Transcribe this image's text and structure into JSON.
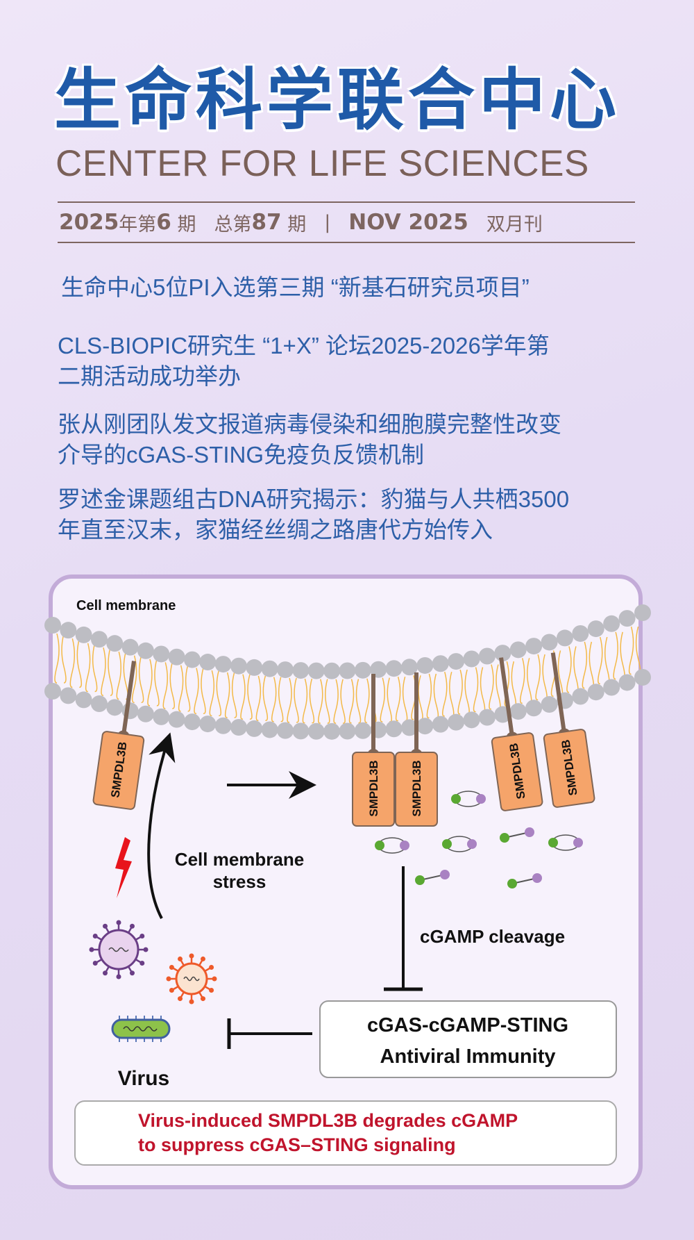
{
  "header": {
    "title_cn": "生命科学联合中心",
    "title_en": "CENTER FOR LIFE SCIENCES"
  },
  "issue": {
    "year": "2025",
    "year_suffix": "年第",
    "issue_no": "6",
    "issue_suffix": "期",
    "total_prefix": "总第",
    "total_no": "87",
    "total_suffix": "期",
    "separator": "|",
    "month_year": "NOV 2025",
    "frequency": "双月刊"
  },
  "headlines": [
    {
      "line1": "生命中心5位PI入选第三期 “新基石研究员项目”"
    },
    {
      "line1": "CLS-BIOPIC研究生 “1+X” 论坛2025-2026学年第",
      "line2": "二期活动成功举办"
    },
    {
      "line1": "张从刚团队发文报道病毒侵染和细胞膜完整性改变",
      "line2": "介导的cGAS-STING免疫负反馈机制"
    },
    {
      "line1": "罗述金课题组古DNA研究揭示：豹猫与人共栖3500",
      "line2": "年直至汉末，家猫经丝绸之路唐代方始传入"
    }
  ],
  "figure": {
    "membrane_label": "Cell membrane",
    "protein_label": "SMPDL3B",
    "stress_line1": "Cell membrane",
    "stress_line2": "stress",
    "cleavage_label": "cGAMP cleavage",
    "box_line1": "cGAS-cGAMP-STING",
    "box_line2": "Antiviral Immunity",
    "virus_label": "Virus",
    "summary_line1": "Virus-induced SMPDL3B degrades cGAMP",
    "summary_line2": "to suppress cGAS–STING signaling",
    "colors": {
      "protein": "#f5a46a",
      "lipid_head": "#bdbdc3",
      "lipid_tail": "#f3b948",
      "summary": "#c0142c",
      "green": "#5aa832",
      "purple": "#a982c2"
    }
  }
}
